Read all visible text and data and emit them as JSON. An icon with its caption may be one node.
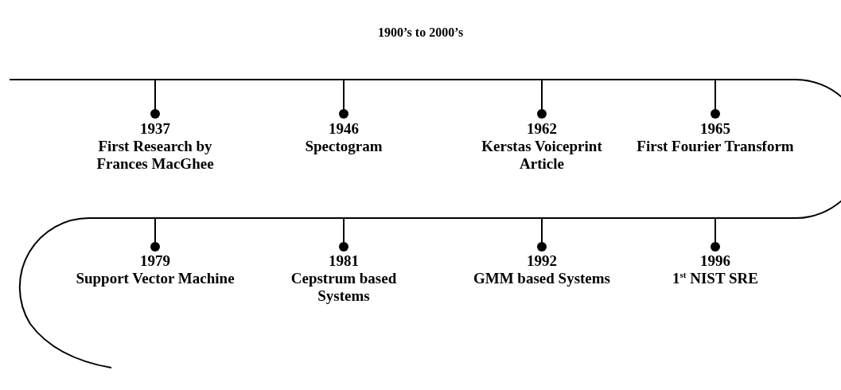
{
  "diagram": {
    "title": "1900’s to 2000’s",
    "nodes": [
      {
        "text": [
          "1937",
          "First Research by Frances MacGhee"
        ]
      },
      {
        "text": [
          "1946",
          "Spectogram"
        ]
      },
      {
        "text": [
          "1962",
          "Kerstas Voiceprint Article"
        ]
      },
      {
        "text": [
          "1965",
          "First Fourier Transform"
        ]
      },
      {
        "text": [
          "1979",
          "Support Vector Machine"
        ]
      },
      {
        "text": [
          "1981",
          "Cepstrum based Systems"
        ]
      },
      {
        "text": [
          "1992",
          "GMM based Systems"
        ]
      },
      {
        "text": [
          "1996",
          "1$^{st}$ NIST SRE"
        ]
      }
    ]
  }
}
